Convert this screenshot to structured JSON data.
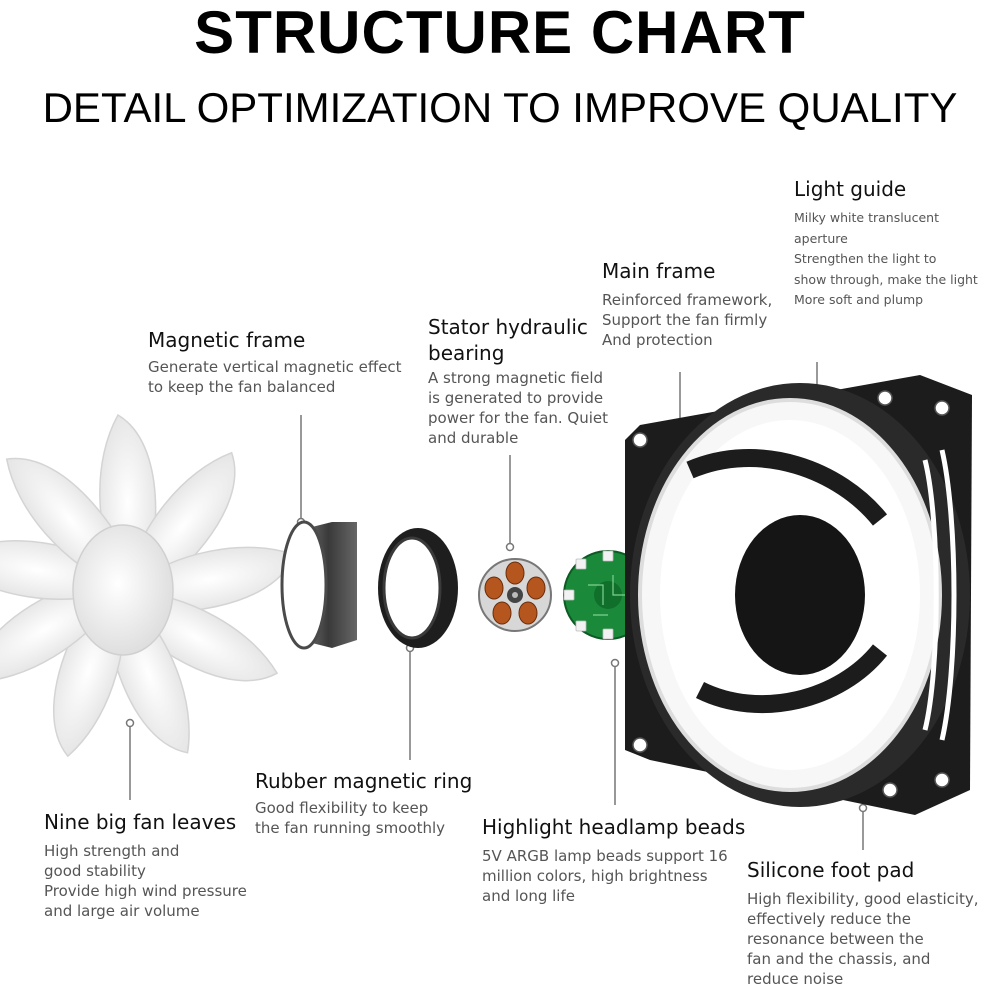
{
  "title": "STRUCTURE CHART",
  "subtitle": "DETAIL OPTIMIZATION TO IMPROVE QUALITY",
  "callouts": {
    "light_guide": {
      "title": "Light guide",
      "desc": "Milky white translucent\naperture\nStrengthen the light to\nshow through, make the light\nMore soft and plump"
    },
    "main_frame": {
      "title": "Main frame",
      "desc": "Reinforced framework,\nSupport the fan firmly\nAnd protection"
    },
    "magnetic_frame": {
      "title": "Magnetic frame",
      "desc": "Generate vertical magnetic effect\nto keep the fan balanced"
    },
    "stator_bearing": {
      "title": "Stator hydraulic\nbearing",
      "desc": "A strong magnetic field\nis generated to provide\npower for the fan. Quiet\nand durable"
    },
    "rubber_ring": {
      "title": "Rubber magnetic ring",
      "desc": "Good flexibility to keep\nthe fan running smoothly"
    },
    "fan_leaves": {
      "title": "Nine big fan leaves",
      "desc": "High strength and\ngood stability\nProvide high wind pressure\nand large air volume"
    },
    "headlamp_beads": {
      "title": "Highlight headlamp beads",
      "desc": "5V ARGB lamp beads support 16\nmillion colors, high brightness\nand long life"
    },
    "foot_pad": {
      "title": "Silicone foot pad",
      "desc": "High flexibility, good elasticity,\neffectively reduce the\nresonance between the\nfan and the chassis, and\nreduce noise"
    }
  },
  "colors": {
    "frame": "#1c1c1c",
    "pcb": "#1a8a3a",
    "coil": "#b5561e",
    "leader": "#777777"
  }
}
